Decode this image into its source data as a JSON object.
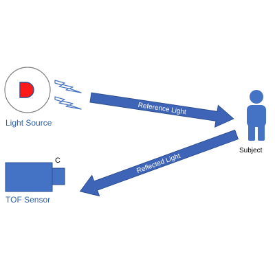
{
  "diagram": {
    "labels": {
      "light_source": "Light Source",
      "subject": "Subject",
      "tof_sensor": "TOF Sensor",
      "sensor_tag": "C",
      "reference_light": "Reference Light",
      "reflected_light": "Reflected Light"
    },
    "colors": {
      "accent_blue": "#4472c4",
      "arrow_blue": "#3e64b8",
      "arrow_border": "#2e4f8f",
      "led_red": "#ff1a1a",
      "outline_gray": "#7f7f7f",
      "label_blue": "#2e5fa8"
    },
    "icons": [
      "led-icon",
      "light-ray-icon",
      "person-icon",
      "camera-icon"
    ]
  }
}
